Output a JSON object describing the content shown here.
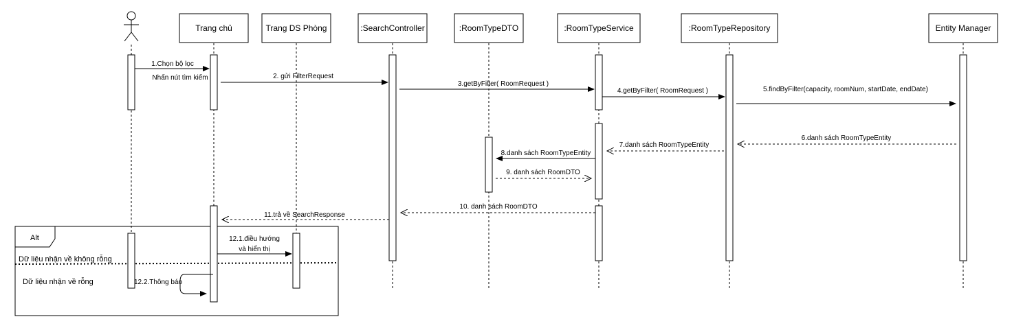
{
  "diagram": {
    "type": "sequence",
    "participants": [
      {
        "id": "actor",
        "label": "",
        "kind": "actor"
      },
      {
        "id": "home",
        "label": "Trang chủ",
        "kind": "box"
      },
      {
        "id": "roomlist",
        "label": "Trang DS Phòng",
        "kind": "box"
      },
      {
        "id": "controller",
        "label": ":SearchController",
        "kind": "box"
      },
      {
        "id": "dto",
        "label": ":RoomTypeDTO",
        "kind": "box"
      },
      {
        "id": "service",
        "label": ":RoomTypeService",
        "kind": "box"
      },
      {
        "id": "repo",
        "label": ":RoomTypeRepository",
        "kind": "box"
      },
      {
        "id": "em",
        "label": "Entity Manager",
        "kind": "box"
      }
    ],
    "messages": [
      {
        "id": "m1",
        "label": "1.Chọn bộ lọc",
        "sublabel": "Nhấn nút tìm kiếm",
        "from": "actor",
        "to": "home",
        "style": "sync"
      },
      {
        "id": "m2",
        "label": "2. gửi FilterRequest",
        "from": "home",
        "to": "controller",
        "style": "sync"
      },
      {
        "id": "m3",
        "label": "3.getByFilter( RoomRequest )",
        "from": "controller",
        "to": "service",
        "style": "sync"
      },
      {
        "id": "m4",
        "label": "4.getByFilter( RoomRequest )",
        "from": "service",
        "to": "repo",
        "style": "sync"
      },
      {
        "id": "m5",
        "label": "5.findByFilter(capacity, roomNum, startDate, endDate)",
        "from": "repo",
        "to": "em",
        "style": "sync"
      },
      {
        "id": "m6",
        "label": "6.danh sách RoomTypeEntity",
        "from": "em",
        "to": "repo",
        "style": "return"
      },
      {
        "id": "m7",
        "label": "7.danh sách RoomTypeEntity",
        "from": "repo",
        "to": "service",
        "style": "return"
      },
      {
        "id": "m8",
        "label": "8.danh sách RoomTypeEntity",
        "from": "service",
        "to": "dto",
        "style": "sync"
      },
      {
        "id": "m9",
        "label": "9. danh sách RoomDTO",
        "from": "dto",
        "to": "service",
        "style": "return"
      },
      {
        "id": "m10",
        "label": "10. danh sách RoomDTO",
        "from": "service",
        "to": "controller",
        "style": "return"
      },
      {
        "id": "m11",
        "label": "11.trả về SearchResponse",
        "from": "controller",
        "to": "home",
        "style": "return"
      },
      {
        "id": "m12_1",
        "label": "12.1.điều hướng",
        "sublabel": "và hiển thị",
        "from": "home",
        "to": "roomlist",
        "style": "sync"
      },
      {
        "id": "m12_2",
        "label": "12.2.Thông báo",
        "from": "home",
        "to": "home",
        "style": "self"
      }
    ],
    "fragment": {
      "operator": "Alt",
      "guards": [
        "Dữ liệu nhận về không rỗng",
        "Dữ liệu nhận về rỗng"
      ]
    }
  }
}
